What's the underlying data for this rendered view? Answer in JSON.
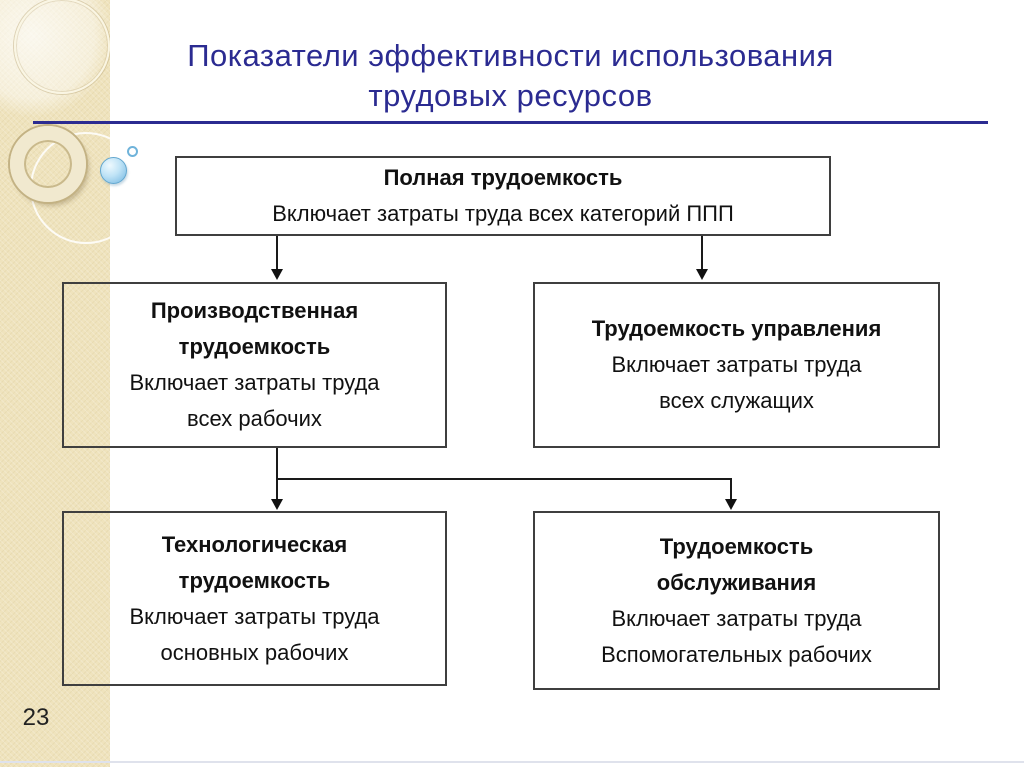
{
  "slide": {
    "title": "Показатели эффективности использования\nтрудовых ресурсов",
    "page_number": "23"
  },
  "diagram": {
    "type": "hierarchy-flowchart",
    "nodes": [
      {
        "id": "full",
        "title": "Полная трудоемкость",
        "description": "Включает затраты труда всех категорий ППП"
      },
      {
        "id": "production",
        "title": "Производственная\nтрудоемкость",
        "description": "Включает затраты труда\nвсех рабочих"
      },
      {
        "id": "management",
        "title": "Трудоемкость управления",
        "description": "Включает затраты труда\nвсех служащих"
      },
      {
        "id": "technological",
        "title": "Технологическая\nтрудоемкость",
        "description": "Включает затраты труда\nосновных рабочих"
      },
      {
        "id": "service",
        "title": "Трудоемкость\nобслуживания",
        "description": "Включает затраты труда\nВспомогательных рабочих"
      }
    ],
    "edges": [
      {
        "from": "full",
        "to": "production"
      },
      {
        "from": "full",
        "to": "management"
      },
      {
        "from": "production",
        "to": "technological"
      },
      {
        "from": "production",
        "to": "service"
      }
    ]
  },
  "colors": {
    "title_text": "#2B2B91",
    "title_underline": "#2B2B91",
    "sidebar_beige": "#EFE3BD",
    "box_border": "#3F3F3F",
    "connector": "#1A1A1A",
    "accent_bubble_blue": "#8EC6E8"
  }
}
